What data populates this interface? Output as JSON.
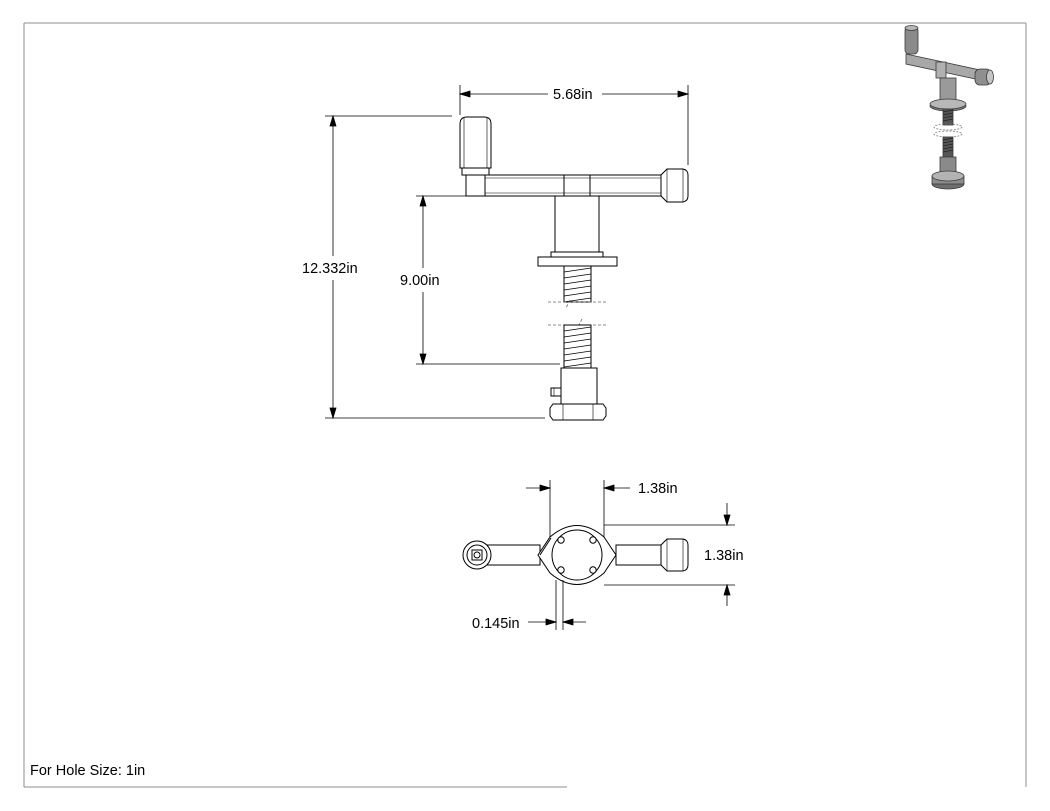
{
  "dimensions": {
    "top_width": "5.68in",
    "overall_height": "12.332in",
    "screw_length": "9.00in",
    "top_view_width_a": "1.38in",
    "top_view_width_b": "1.38in",
    "top_view_gap": "0.145in"
  },
  "note": "For Hole Size: 1in",
  "colors": {
    "line": "#000000",
    "part_fill": "#ffffff",
    "frame": "#8c8c8c",
    "iso_dark": "#6e6e6e",
    "iso_mid": "#9a9a9a",
    "iso_light": "#c8c8c8"
  }
}
